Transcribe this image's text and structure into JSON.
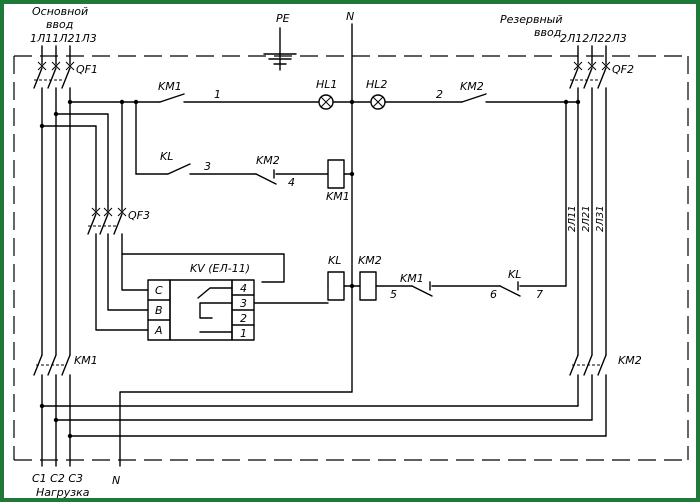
{
  "colors": {
    "border": "#1f7a3a",
    "wire": "#000000",
    "background": "#ffffff"
  },
  "inputs": {
    "main_title_1": "Основной",
    "main_title_2": "ввод",
    "main_phases": "1Л11Л21Л3",
    "reserve_title_1": "Резервный",
    "reserve_title_2": "ввод",
    "reserve_phases": "2Л12Л22Л3"
  },
  "labels": {
    "pe": "PE",
    "n_top": "N",
    "n_bottom": "N",
    "qf1": "QF1",
    "qf2": "QF2",
    "qf3": "QF3",
    "km1_contact": "KM1",
    "km2_contact": "KM2",
    "hl1": "HL1",
    "hl2": "HL2",
    "wire_1": "1",
    "wire_2": "2",
    "kl_contact": "KL",
    "wire_3": "3",
    "km2_nc": "KM2",
    "wire_4": "4",
    "km1_coil": "KM1",
    "kv_title": "KV (ЕЛ-11)",
    "relay_c": "C",
    "relay_b": "B",
    "relay_a": "A",
    "term_4": "4",
    "term_3": "3",
    "term_2": "2",
    "term_1": "1",
    "kl_coil": "KL",
    "km2_coil": "KM2",
    "km1_nc": "KM1",
    "wire_5": "5",
    "kl_nc": "KL",
    "wire_6": "6",
    "wire_7": "7",
    "phase_2l1": "2Л11",
    "phase_2l2": "2Л21",
    "phase_2l3": "2Л31",
    "km1_main": "KM1",
    "km2_main": "KM2",
    "load_c": "C1 C2 C3",
    "load_title": "Нагрузка"
  }
}
